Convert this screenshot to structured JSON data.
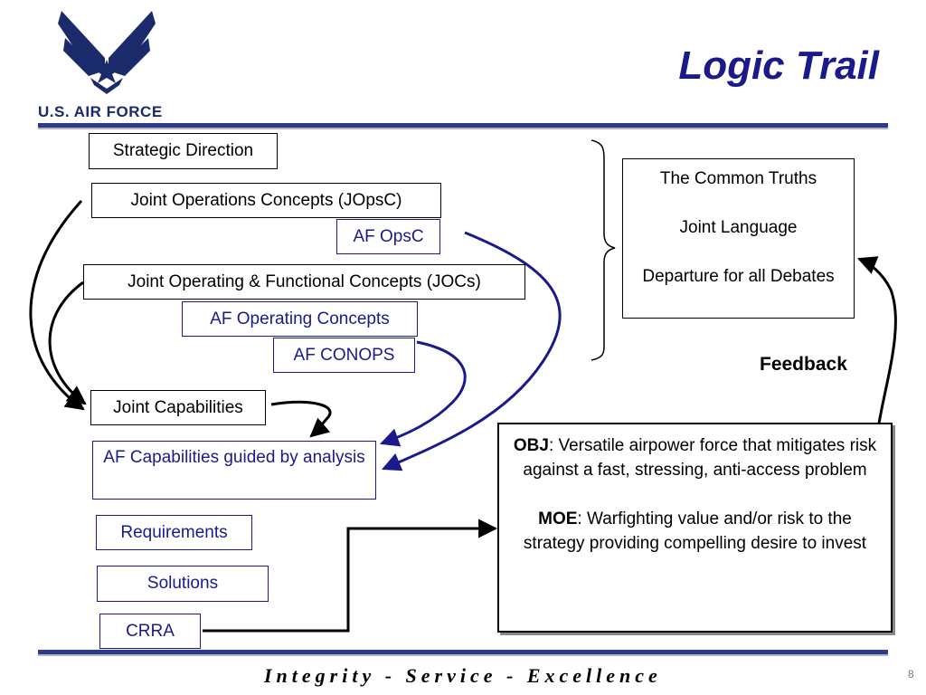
{
  "header": {
    "logo_text": "U.S. AIR FORCE",
    "title": "Logic Trail"
  },
  "left_column": {
    "strategic_direction": "Strategic Direction",
    "jopsc": "Joint Operations Concepts (JOpsC)",
    "af_opsc": "AF OpsC",
    "jocs": "Joint Operating & Functional Concepts (JOCs)",
    "af_operating_concepts": "AF Operating Concepts",
    "af_conops": "AF CONOPS",
    "joint_capabilities": "Joint Capabilities",
    "af_capabilities": "AF Capabilities guided by analysis",
    "requirements": "Requirements",
    "solutions": "Solutions",
    "crra": "CRRA"
  },
  "truths_box": {
    "line1": "The Common Truths",
    "line2": "Joint Language",
    "line3": "Departure for all Debates"
  },
  "feedback_label": "Feedback",
  "obj_box": {
    "obj_label": "OBJ",
    "obj_text": ": Versatile airpower force that mitigates risk against a fast, stressing, anti-access problem",
    "moe_label": "MOE",
    "moe_text": ": Warfighting value and/or risk to the strategy providing compelling desire to invest"
  },
  "footer": {
    "motto": "Integrity - Service - Excellence",
    "page_number": "8"
  },
  "colors": {
    "brand_blue": "#1a1a8c",
    "rule_blue": "#2b3a8c"
  }
}
